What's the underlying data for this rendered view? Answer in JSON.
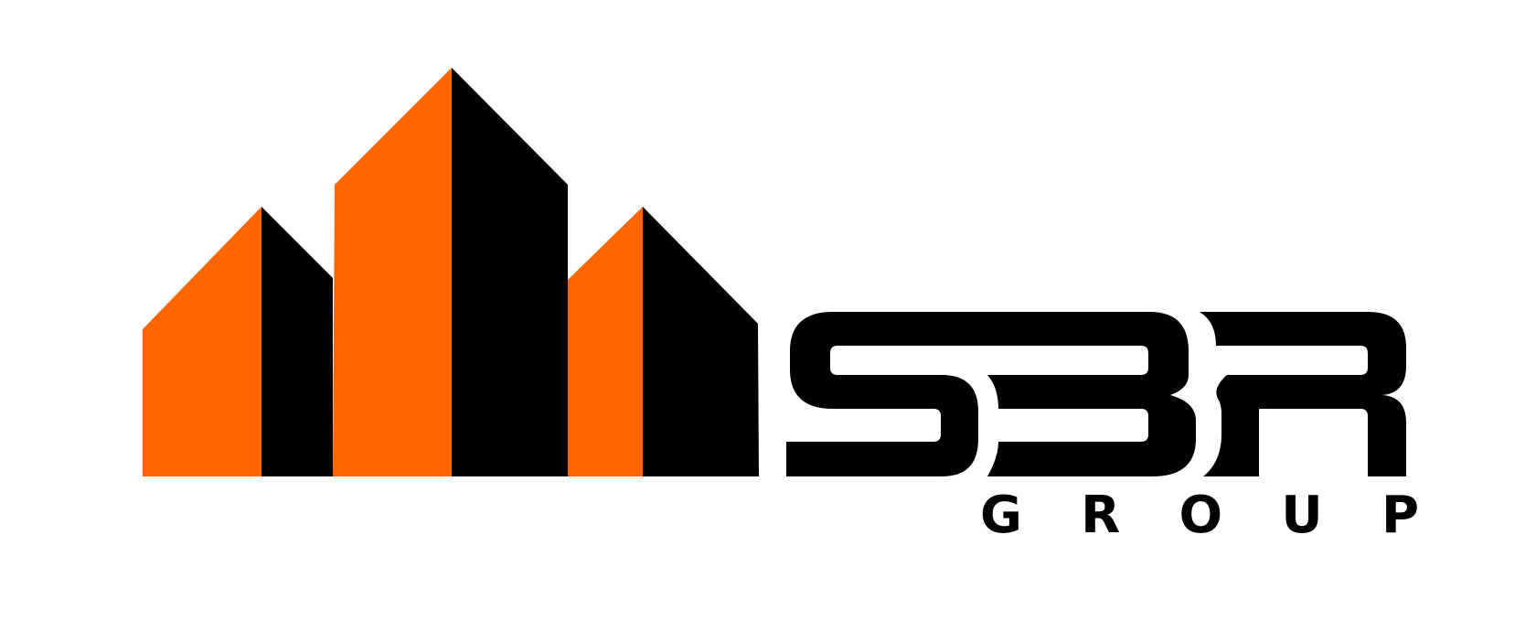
{
  "logo": {
    "brand_name": "SBR",
    "subtitle": "GROUP",
    "subtitle_letters": [
      "G",
      "R",
      "O",
      "U",
      "P"
    ],
    "colors": {
      "accent_orange": "#ff6600",
      "primary_black": "#000000",
      "background": "#ffffff"
    },
    "icon": "buildings-skyline-icon"
  }
}
